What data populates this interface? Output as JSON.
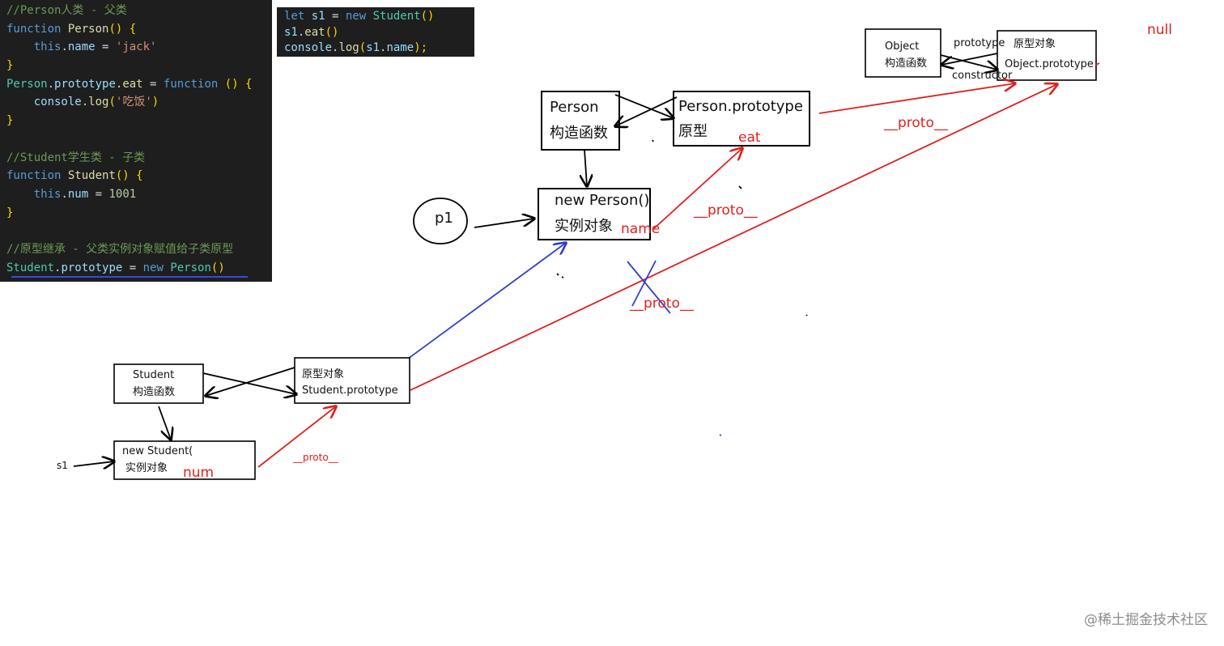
{
  "code_main": {
    "lines": [
      [
        {
          "t": "//Person人类 - 父类",
          "c": "comment"
        }
      ],
      [
        {
          "t": "function ",
          "c": "keyword"
        },
        {
          "t": "Person",
          "c": "fn"
        },
        {
          "t": "() {",
          "c": "paren"
        }
      ],
      [
        {
          "t": "    ",
          "c": "plain"
        },
        {
          "t": "this",
          "c": "keyword"
        },
        {
          "t": ".",
          "c": "punc"
        },
        {
          "t": "name",
          "c": "prop"
        },
        {
          "t": " = ",
          "c": "punc"
        },
        {
          "t": "'jack'",
          "c": "str"
        }
      ],
      [
        {
          "t": "}",
          "c": "paren"
        }
      ],
      [
        {
          "t": "Person",
          "c": "class"
        },
        {
          "t": ".",
          "c": "punc"
        },
        {
          "t": "prototype",
          "c": "prop"
        },
        {
          "t": ".",
          "c": "punc"
        },
        {
          "t": "eat",
          "c": "fn"
        },
        {
          "t": " = ",
          "c": "punc"
        },
        {
          "t": "function",
          "c": "keyword"
        },
        {
          "t": " () {",
          "c": "paren"
        }
      ],
      [
        {
          "t": "    ",
          "c": "plain"
        },
        {
          "t": "console",
          "c": "prop"
        },
        {
          "t": ".",
          "c": "punc"
        },
        {
          "t": "log",
          "c": "fn"
        },
        {
          "t": "(",
          "c": "paren"
        },
        {
          "t": "'吃饭'",
          "c": "str"
        },
        {
          "t": ")",
          "c": "paren"
        }
      ],
      [
        {
          "t": "}",
          "c": "paren"
        }
      ],
      [
        {
          "t": "",
          "c": "plain"
        }
      ],
      [
        {
          "t": "//Student学生类 - 子类",
          "c": "comment"
        }
      ],
      [
        {
          "t": "function ",
          "c": "keyword"
        },
        {
          "t": "Student",
          "c": "fn"
        },
        {
          "t": "() {",
          "c": "paren"
        }
      ],
      [
        {
          "t": "    ",
          "c": "plain"
        },
        {
          "t": "this",
          "c": "keyword"
        },
        {
          "t": ".",
          "c": "punc"
        },
        {
          "t": "num",
          "c": "prop"
        },
        {
          "t": " = ",
          "c": "punc"
        },
        {
          "t": "1001",
          "c": "num"
        }
      ],
      [
        {
          "t": "}",
          "c": "paren"
        }
      ],
      [
        {
          "t": "",
          "c": "plain"
        }
      ],
      [
        {
          "t": "//原型继承 - 父类实例对象赋值给子类原型",
          "c": "comment"
        }
      ],
      [
        {
          "t": "Student",
          "c": "class"
        },
        {
          "t": ".",
          "c": "punc"
        },
        {
          "t": "prototype",
          "c": "prop"
        },
        {
          "t": " = ",
          "c": "punc"
        },
        {
          "t": "new ",
          "c": "keyword"
        },
        {
          "t": "Person",
          "c": "class"
        },
        {
          "t": "()",
          "c": "paren"
        }
      ]
    ]
  },
  "code_snippet": {
    "lines": [
      [
        {
          "t": "let ",
          "c": "keyword"
        },
        {
          "t": "s1",
          "c": "prop"
        },
        {
          "t": " = ",
          "c": "punc"
        },
        {
          "t": "new ",
          "c": "keyword"
        },
        {
          "t": "Student",
          "c": "class"
        },
        {
          "t": "()",
          "c": "paren"
        }
      ],
      [
        {
          "t": "s1",
          "c": "prop"
        },
        {
          "t": ".",
          "c": "punc"
        },
        {
          "t": "eat",
          "c": "fn"
        },
        {
          "t": "()",
          "c": "paren"
        }
      ],
      [
        {
          "t": "console",
          "c": "prop"
        },
        {
          "t": ".",
          "c": "punc"
        },
        {
          "t": "log",
          "c": "fn"
        },
        {
          "t": "(",
          "c": "paren"
        },
        {
          "t": "s1",
          "c": "prop"
        },
        {
          "t": ".",
          "c": "punc"
        },
        {
          "t": "name",
          "c": "prop"
        },
        {
          "t": ");",
          "c": "paren"
        }
      ]
    ]
  },
  "nodes": {
    "object_ctor": {
      "line1": "Object",
      "line2": "构造函数"
    },
    "object_proto": {
      "line1": "原型对象",
      "line2": "Object.prototype"
    },
    "person_ctor": {
      "line1": "Person",
      "line2": "构造函数"
    },
    "person_proto": {
      "line1": "Person.prototype",
      "line2": "原型"
    },
    "new_person": {
      "line1": "new Person()",
      "line2": "实例对象"
    },
    "p1": {
      "label": "p1"
    },
    "student_ctor": {
      "line1": "Student",
      "line2": "构造函数"
    },
    "student_proto": {
      "line1": "原型对象",
      "line2": "Student.prototype"
    },
    "new_student": {
      "line1": "new Student(",
      "line2": "实例对象"
    },
    "s1": {
      "label": "s1"
    }
  },
  "edge_labels": {
    "prototype": "prototype",
    "constructor": "constructor",
    "proto_top": "__proto__",
    "proto_mid": "__proto__",
    "proto_crossed": "__proto__",
    "proto_student": "__proto__"
  },
  "annotations": {
    "null": "null",
    "eat": "eat",
    "name": "name",
    "num": "num"
  },
  "watermark": "@稀土掘金技术社区",
  "colors": {
    "red": "#e0201c",
    "blue": "#2f3fc8",
    "editor_bg": "#1e1e1e"
  }
}
